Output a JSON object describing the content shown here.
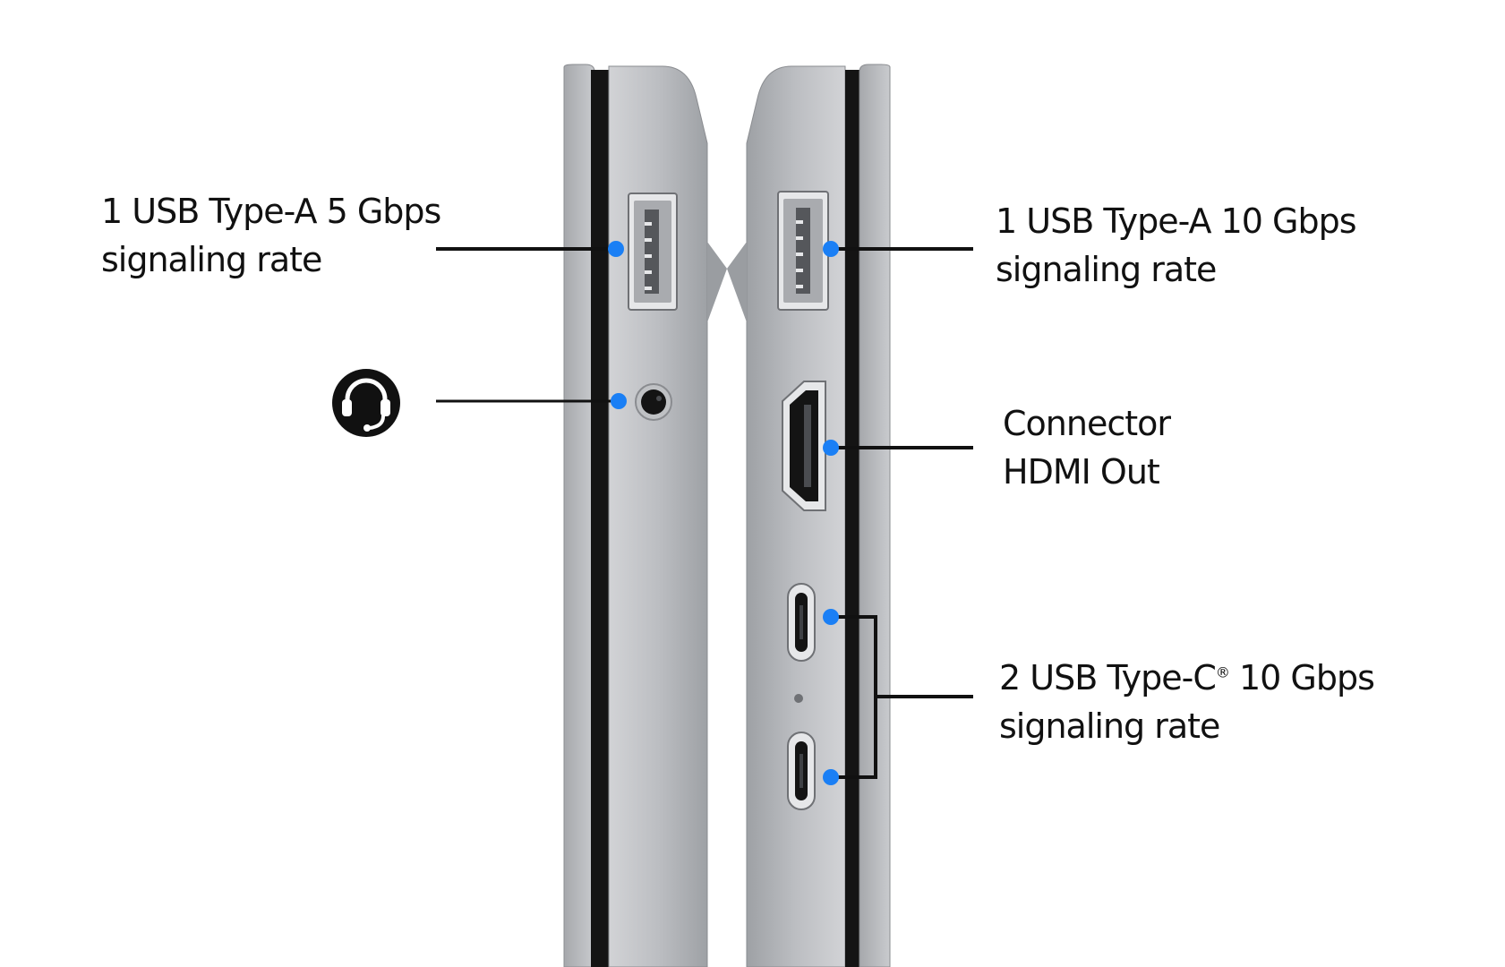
{
  "colors": {
    "callout_dot": "#1a7ff5",
    "callout_line": "#111111",
    "chassis_light": "#b9bbbf",
    "chassis_dark": "#8f9296",
    "bezel_black": "#141414",
    "background": "#ffffff"
  },
  "callouts": {
    "usb_a_5": {
      "line1": "1 USB Type-A 5 Gbps",
      "line2": "signaling rate"
    },
    "audio_jack": {
      "icon": "headset-icon"
    },
    "usb_a_10": {
      "line1": "1 USB Type-A 10 Gbps",
      "line2": "signaling rate"
    },
    "hdmi": {
      "line1": "Connector",
      "line2": "HDMI Out"
    },
    "usb_c": {
      "line1_prefix": "2 USB Type-C",
      "registered": "®",
      "line1_suffix": " 10 Gbps",
      "line2": "signaling rate"
    }
  }
}
